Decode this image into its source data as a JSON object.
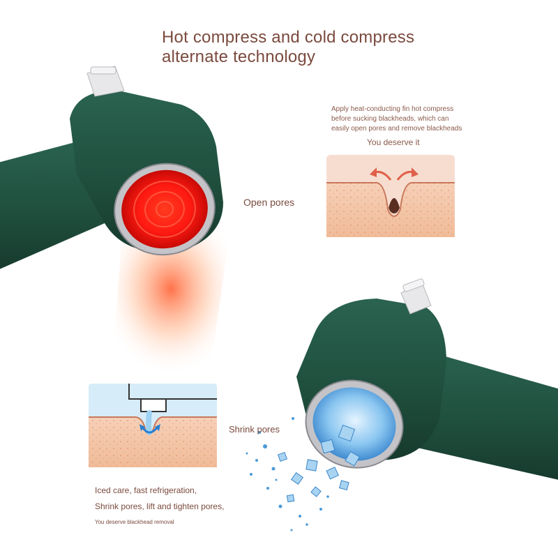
{
  "headline": {
    "line1": "Hot compress and cold compress",
    "line2": "alternate technology"
  },
  "hot": {
    "description_line1": "Apply heat-conducting fin hot compress",
    "description_line2": "before sucking blackheads, which can",
    "description_line3": "easily open pores and remove blackheads",
    "tagline": "You deserve it",
    "label": "Open pores"
  },
  "cold": {
    "label": "Shrink pores",
    "line1": "Iced care, fast refrigeration,",
    "line2": "Shrink pores, lift and tighten pores,",
    "tagline": "You deserve blackhead removal"
  },
  "colors": {
    "device_green": "#1f4d3c",
    "heat_red": "#ff2a1a",
    "ice_blue": "#6fb6ea",
    "text_brown": "#7a4a3e"
  }
}
